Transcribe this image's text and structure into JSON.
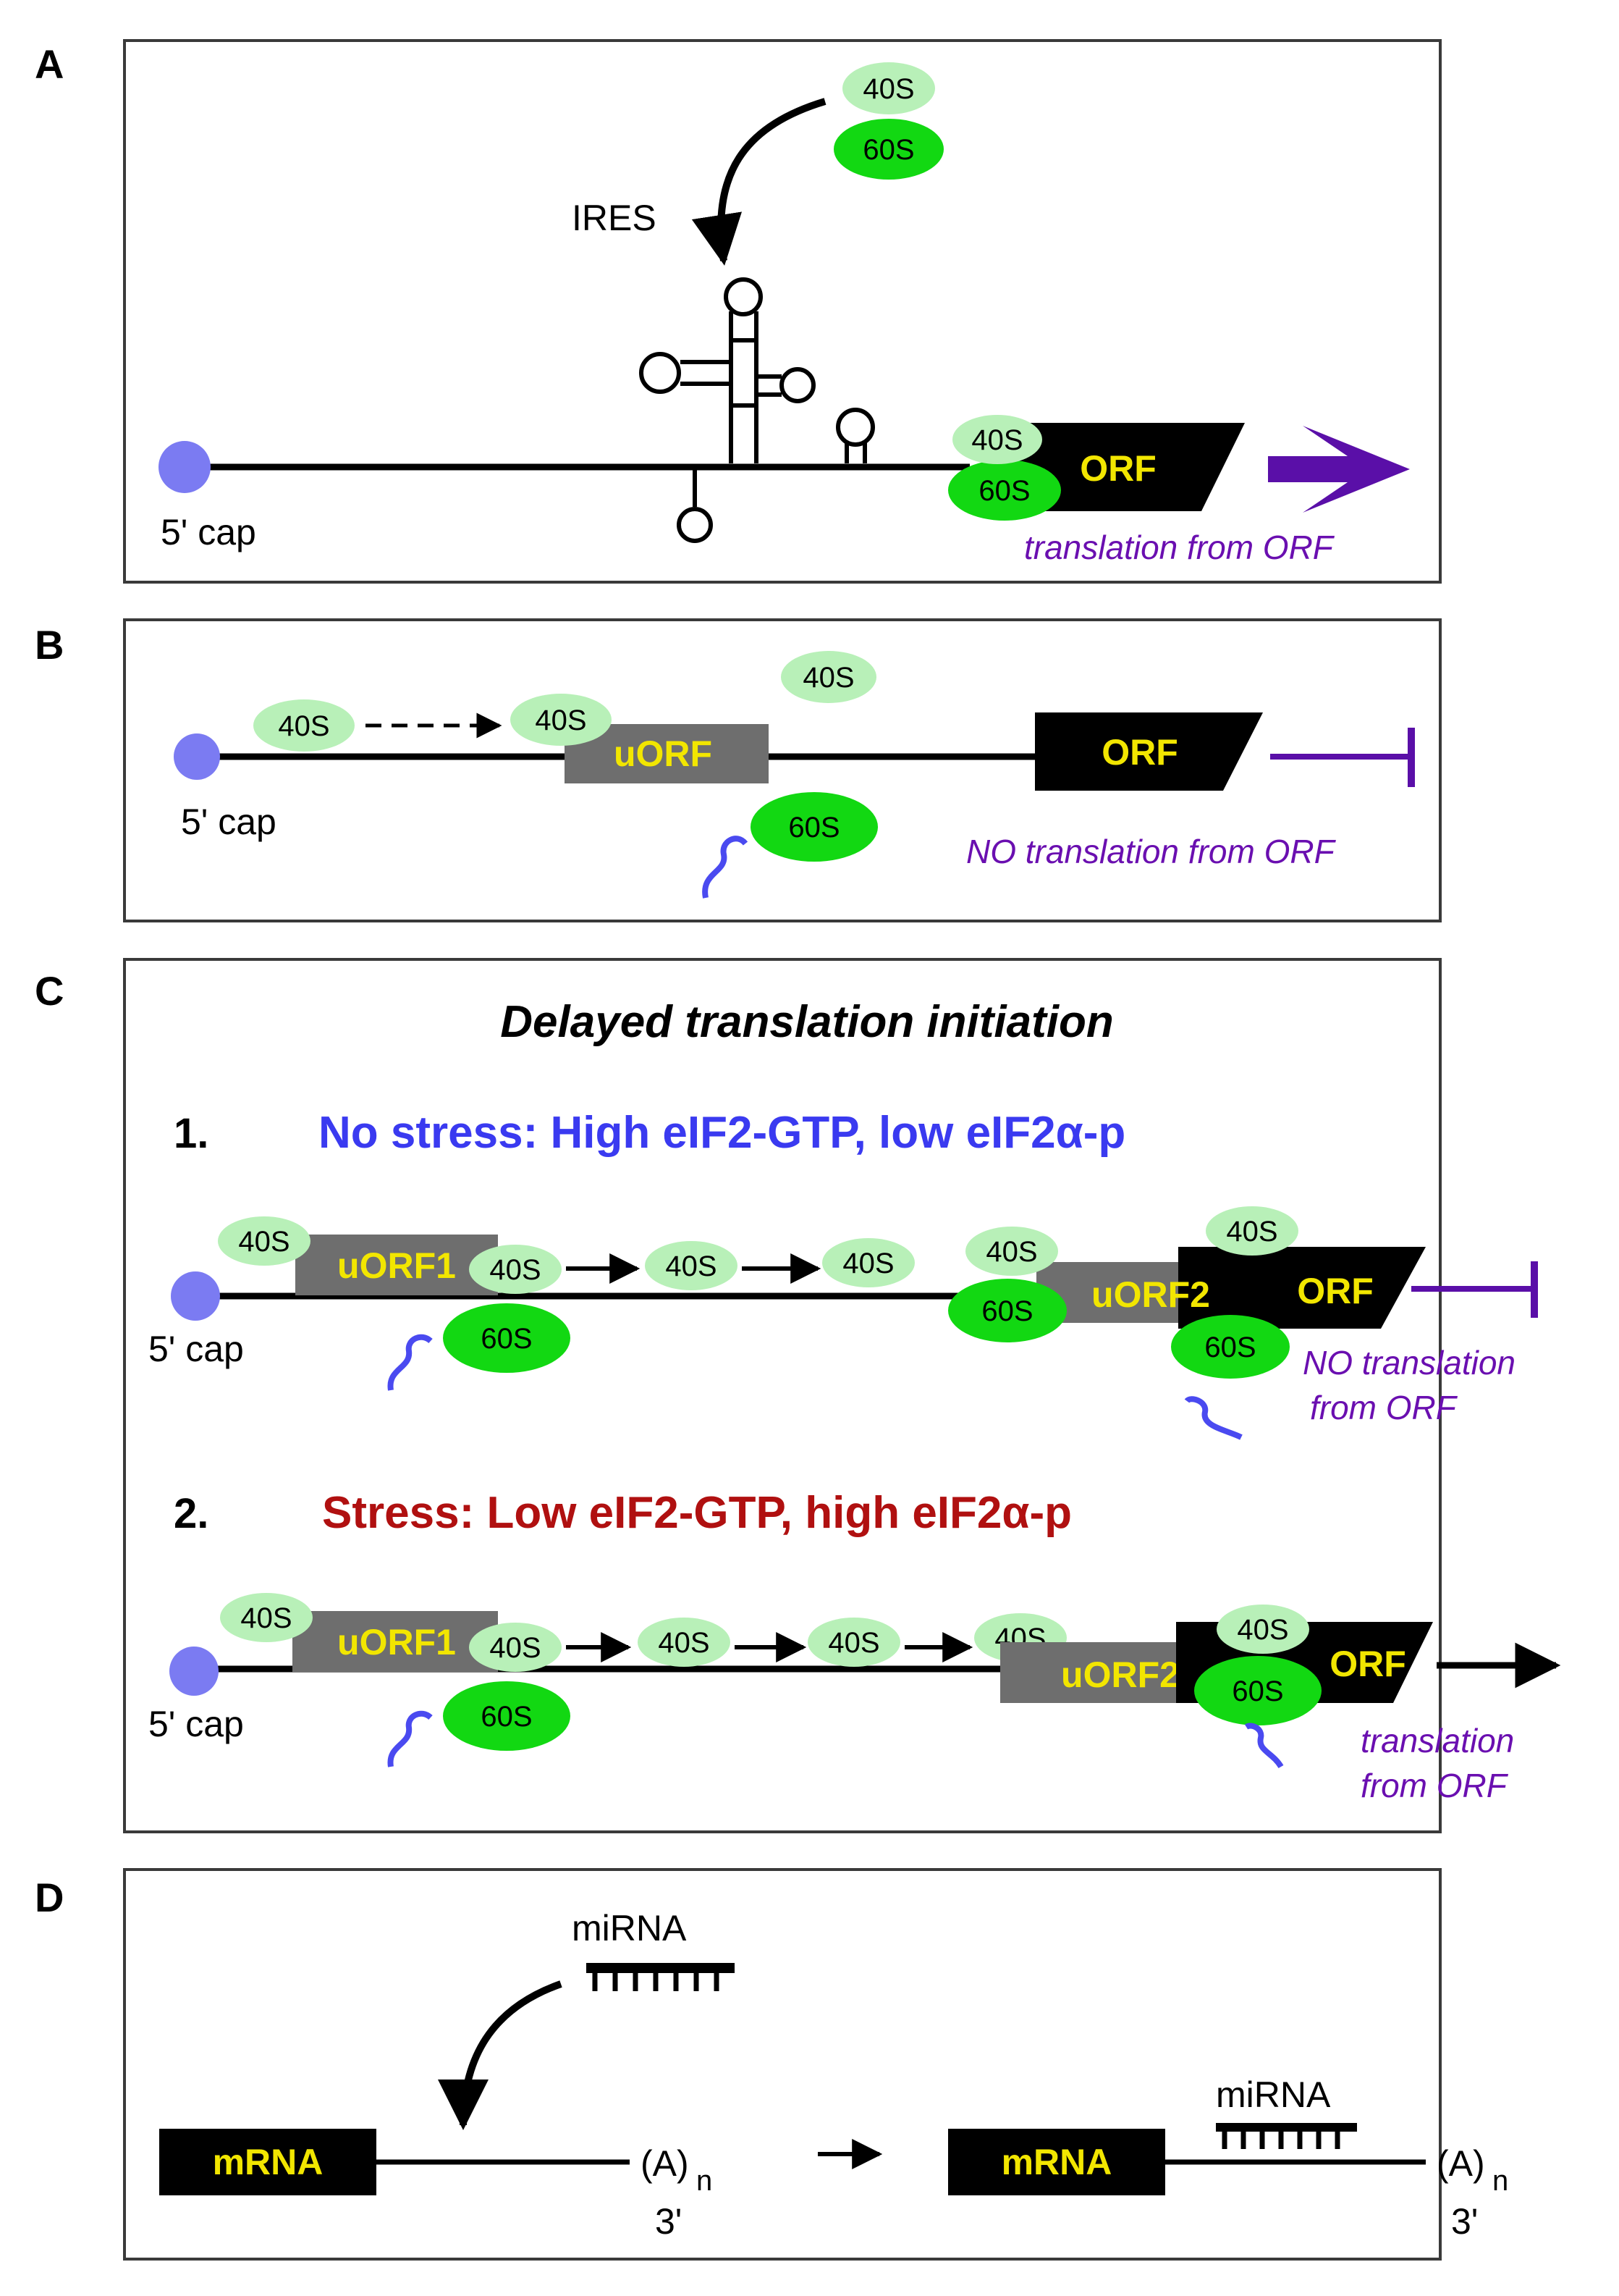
{
  "labels": {
    "ribosome_small": "40S",
    "ribosome_large": "60S",
    "cap": "5' cap",
    "orf": "ORF",
    "uorf": "uORF",
    "uorf1": "uORF1",
    "uorf2": "uORF2",
    "ires": "IRES",
    "mirna": "miRNA",
    "mrna": "mRNA",
    "polya": "(A)",
    "polya_sub": "n",
    "three_prime": "3'"
  },
  "panels": {
    "a": {
      "letter": "A",
      "status": "translation from ORF"
    },
    "b": {
      "letter": "B",
      "status": "NO translation from ORF"
    },
    "c": {
      "letter": "C",
      "title": "Delayed translation initiation",
      "case1": {
        "num": "1.",
        "condition": "No stress: High eIF2-GTP, low eIF2α-p",
        "status_line1": "NO translation",
        "status_line2": "from ORF"
      },
      "case2": {
        "num": "2.",
        "condition": "Stress: Low eIF2-GTP, high eIF2α-p",
        "status_line1": "translation",
        "status_line2": "from ORF"
      }
    },
    "d": {
      "letter": "D"
    }
  },
  "colors": {
    "small_subunit": "#b8f0b8",
    "large_subunit": "#12d812",
    "cap": "#7b7bf2",
    "orf_box": "#000000",
    "uorf_box": "#6e6e6e",
    "orf_text": "#f2e600",
    "status_purple": "#6a0fb0",
    "no_stress_blue": "#3a3af0",
    "stress_red": "#b01010",
    "met_trna_blue": "#4a4af0"
  }
}
